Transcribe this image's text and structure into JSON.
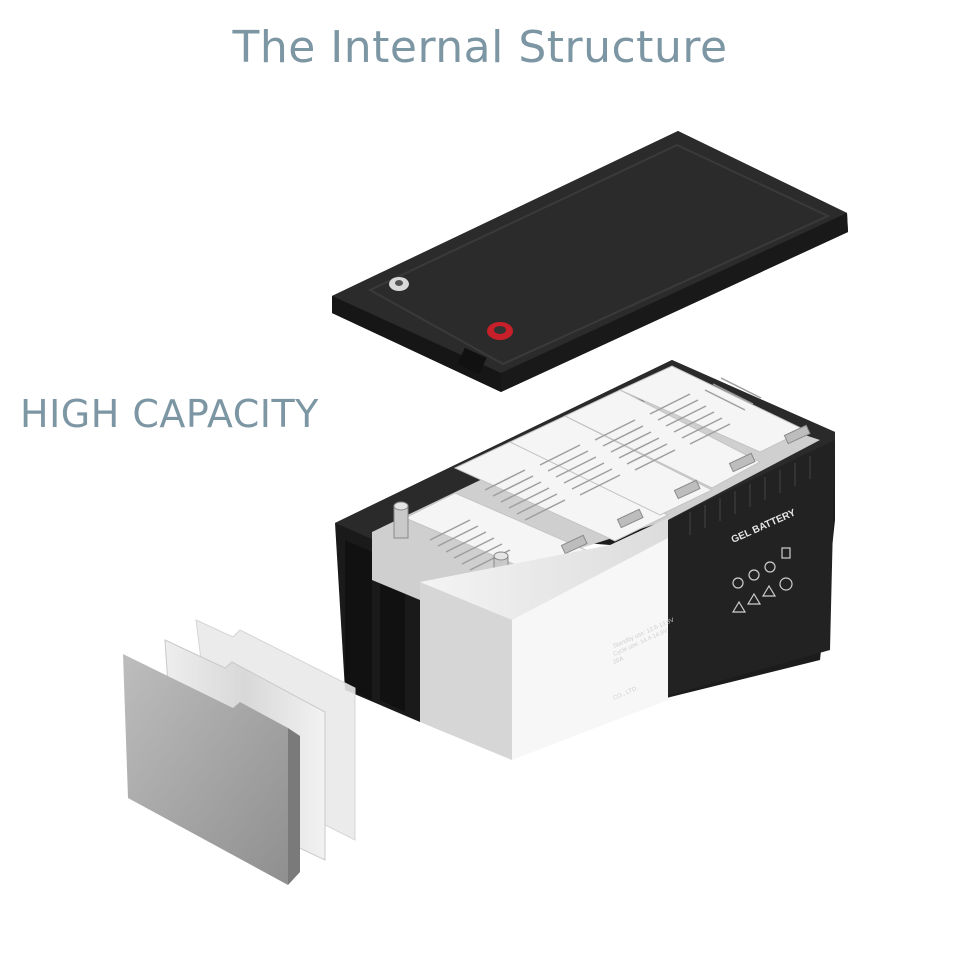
{
  "title": "The Internal Structure",
  "subtitle": "HIGH CAPACITY",
  "battery": {
    "label": "GEL BATTERY",
    "spec_line_1": "Standby use: 13.6-13.8V",
    "spec_line_2": "Cycle use: 14.4-14.9V",
    "spec_line_3": "20A",
    "maker": "CO., LTD."
  },
  "colors": {
    "text": "#7d96a3",
    "case": "#222222",
    "lid": "#2a2a2a",
    "plate": "#c8c8c8",
    "terminal_positive": "#c8202a"
  }
}
